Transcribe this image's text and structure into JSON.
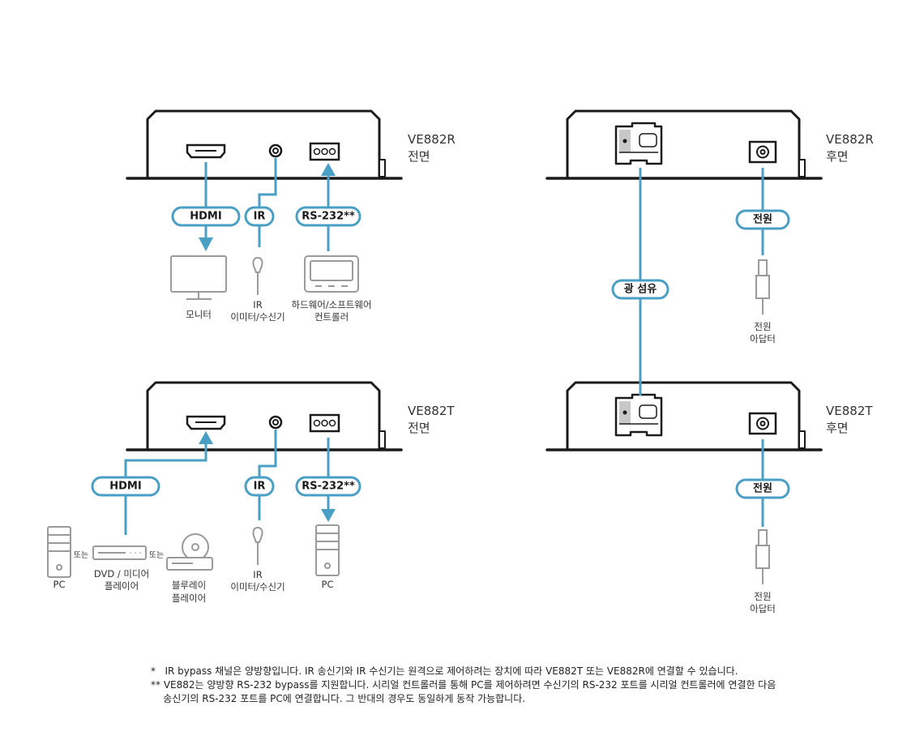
{
  "devices": {
    "r_front": {
      "model": "VE882R",
      "side": "전면"
    },
    "r_rear": {
      "model": "VE882R",
      "side": "후면"
    },
    "t_front": {
      "model": "VE882T",
      "side": "전면"
    },
    "t_rear": {
      "model": "VE882T",
      "side": "후면"
    }
  },
  "cables": {
    "hdmi": "HDMI",
    "ir": "IR",
    "rs232": "RS-232**",
    "fiber": "광 섬유",
    "power": "전원"
  },
  "receiver_side": {
    "monitor": "모니터",
    "ir_line1": "IR",
    "ir_line2": "이미터/수신기",
    "controller_line1": "하드웨어/소프트웨어",
    "controller_line2": "컨트롤러"
  },
  "transmitter_side": {
    "pc_left": "PC",
    "or1": "또는",
    "dvd_line1": "DVD / 미디어",
    "dvd_line2": "플레이어",
    "or2": "또는",
    "bluray_line1": "블루레이",
    "bluray_line2": "플레이어",
    "ir_line1": "IR",
    "ir_line2": "이미터/수신기",
    "pc_right": "PC"
  },
  "adapter": {
    "line1": "전원",
    "line2": "아답터"
  },
  "notes": [
    "*   IR bypass 채널은 양방향입니다. IR 송신기와 IR 수신기는 원격으로 제어하려는 장치에 따라 VE882T 또는 VE882R에 연결할 수 있습니다.",
    "** VE882는 양방향 RS-232 bypass를 지원합니다. 시리얼 컨트롤러를 통해 PC를 제어하려면 수신기의 RS-232 포트를 시리얼 컨트롤러에 연결한 다음",
    "    송신기의 RS-232 포트를 PC에 연결합니다. 그 반대의 경우도 동일하게 동작 가능합니다."
  ],
  "colors": {
    "cable": "#4a9fc4",
    "device_outline": "#1a1a1a",
    "peripheral": "#9a9a9a"
  }
}
